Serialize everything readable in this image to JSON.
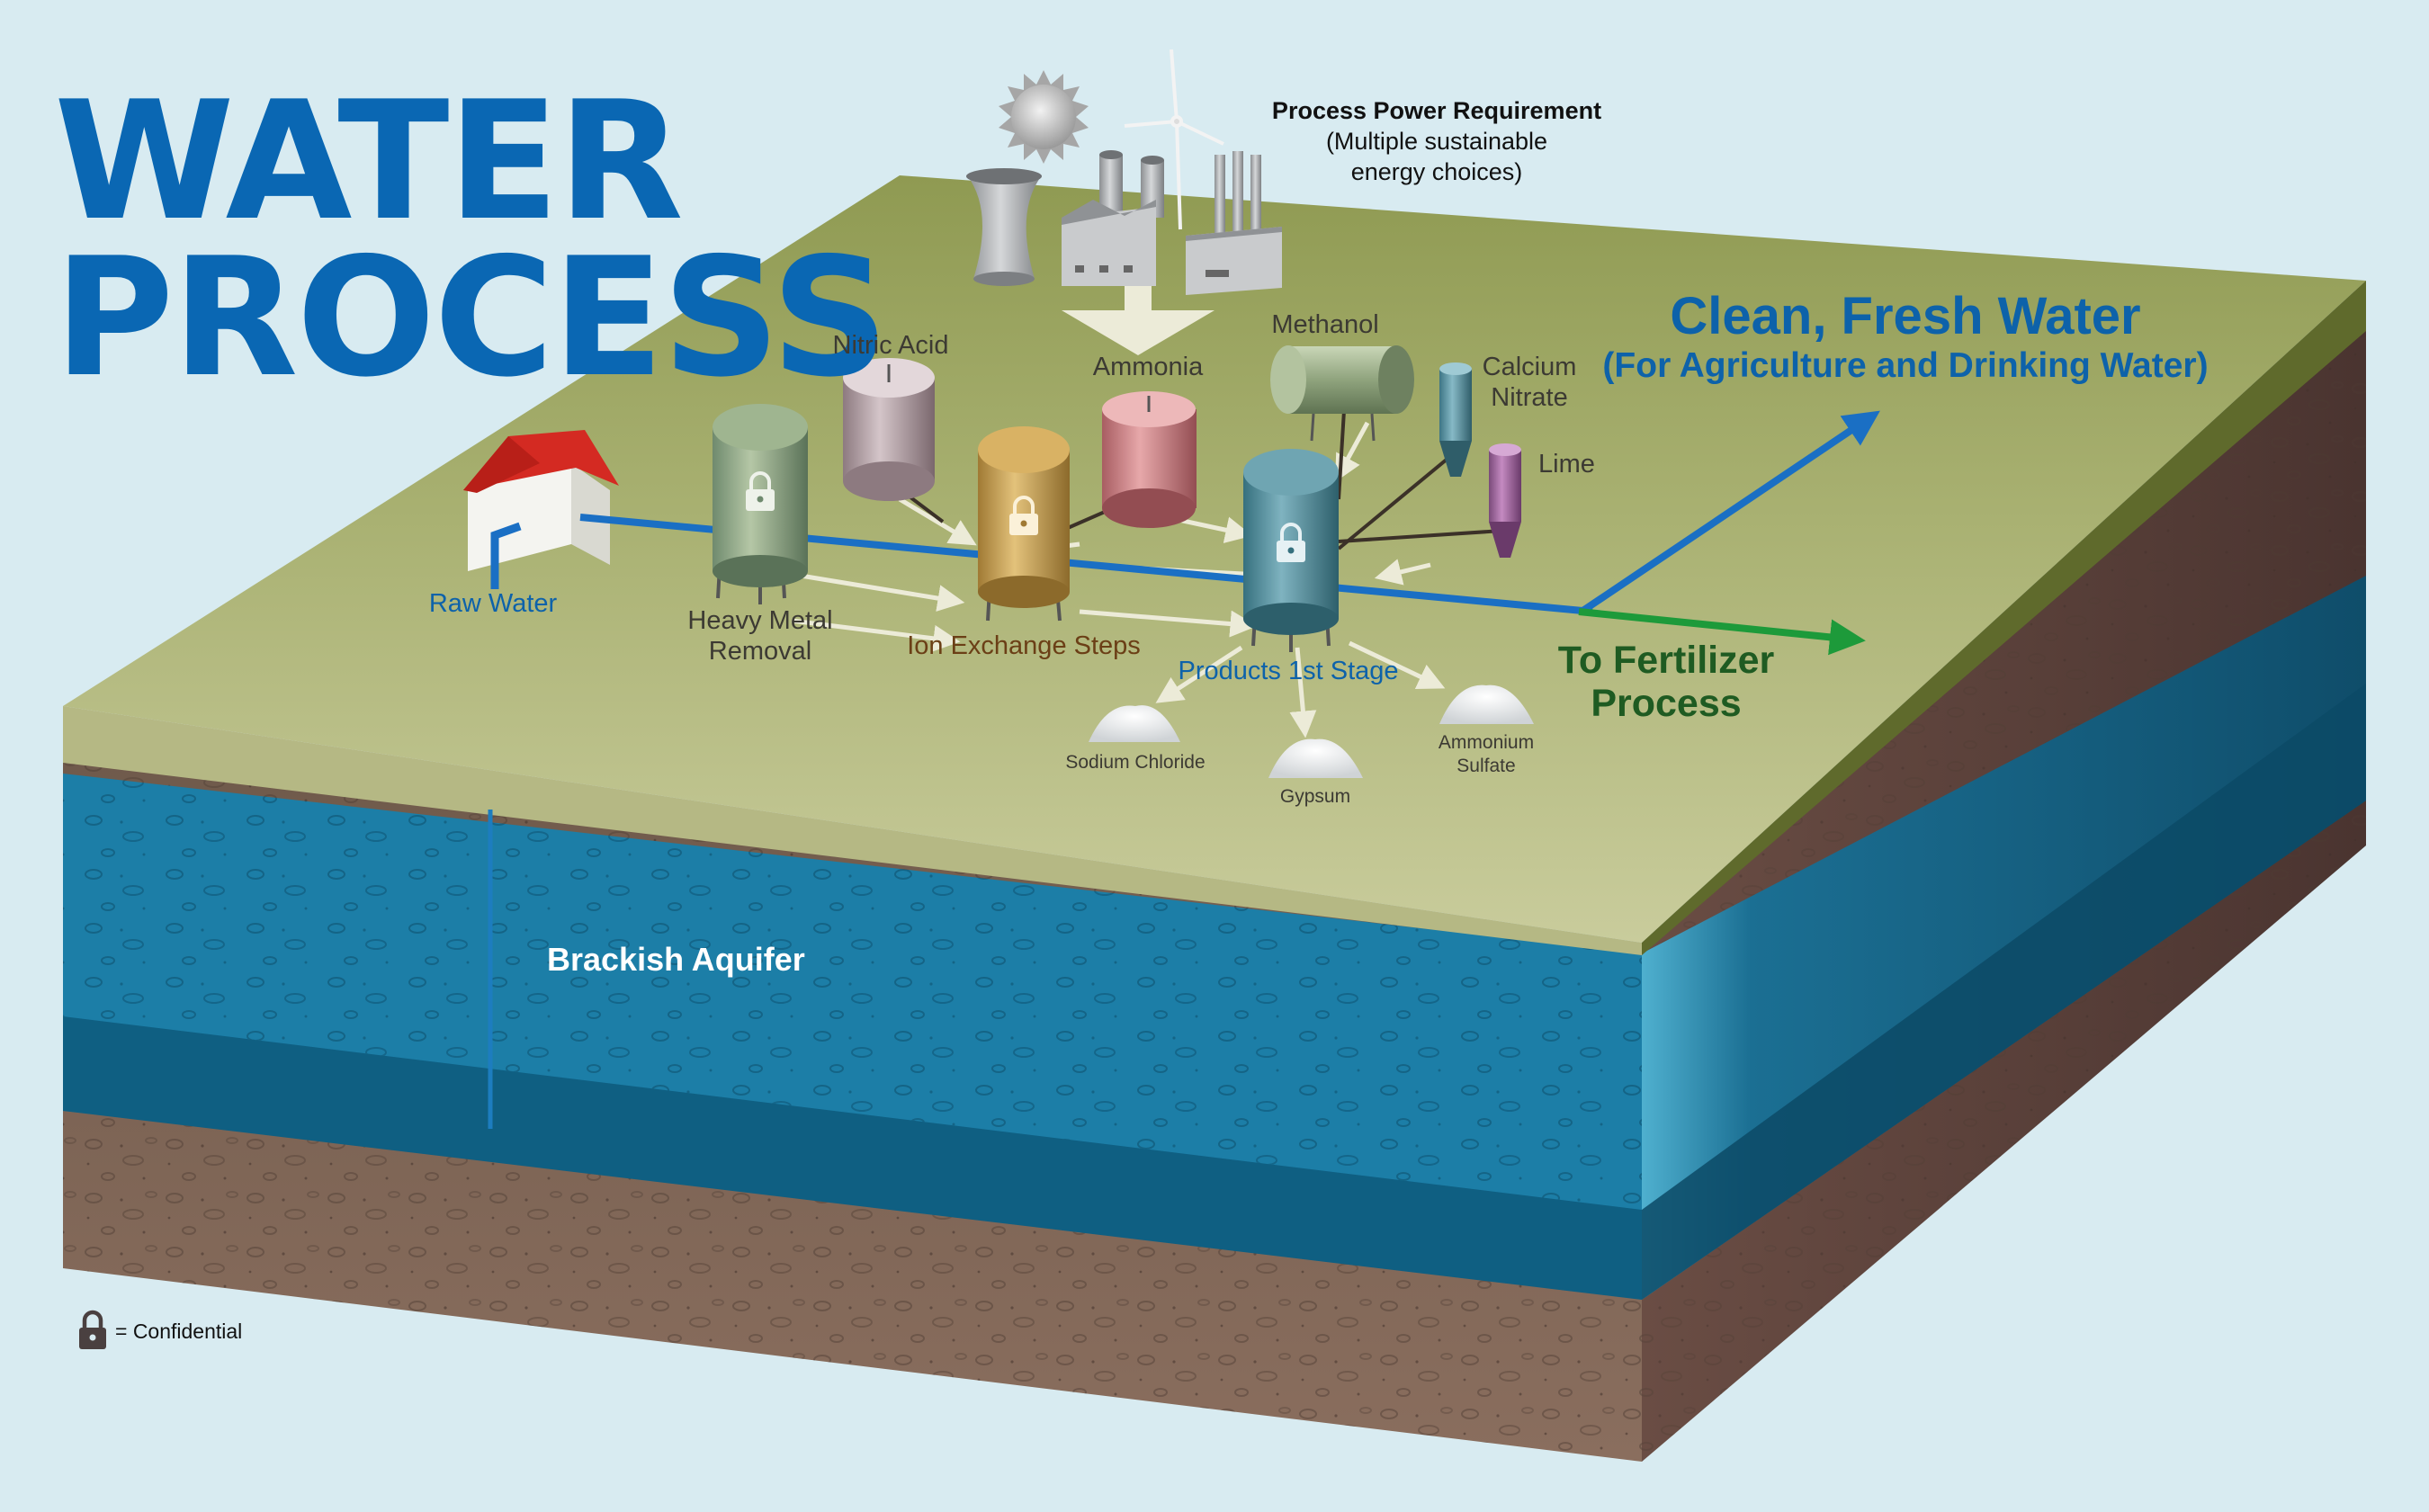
{
  "title": {
    "line1": "WATER",
    "line2": "PROCESS"
  },
  "power": {
    "heading": "Process Power Requirement",
    "line2": "(Multiple sustainable",
    "line3": "energy choices)"
  },
  "labels": {
    "raw_water": "Raw Water",
    "heavy_metal_1": "Heavy Metal",
    "heavy_metal_2": "Removal",
    "nitric_acid": "Nitric Acid",
    "ammonia": "Ammonia",
    "methanol": "Methanol",
    "calcium_nitrate_1": "Calcium",
    "calcium_nitrate_2": "Nitrate",
    "lime": "Lime",
    "ion_exchange": "Ion Exchange Steps",
    "products_1st_stage": "Products 1st Stage",
    "sodium_chloride": "Sodium Chloride",
    "gypsum": "Gypsum",
    "ammonium_sulfate_1": "Ammonium",
    "ammonium_sulfate_2": "Sulfate",
    "clean_water_1": "Clean, Fresh Water",
    "clean_water_2": "(For Agriculture and Drinking Water)",
    "fertilizer_1": "To Fertilizer",
    "fertilizer_2": "Process",
    "aquifer": "Brackish Aquifer"
  },
  "legend": {
    "text": "= Confidential"
  },
  "colors": {
    "background": "#d8ebf1",
    "title": "#0a67b3",
    "grass": "#b9bf8c",
    "soil": "#7d5f4f",
    "aquifer": "#1a7aa0",
    "pipe_blue": "#1a6fc4",
    "arrow_green": "#1d9a3a",
    "flow_arrow": "#ecebd8"
  }
}
